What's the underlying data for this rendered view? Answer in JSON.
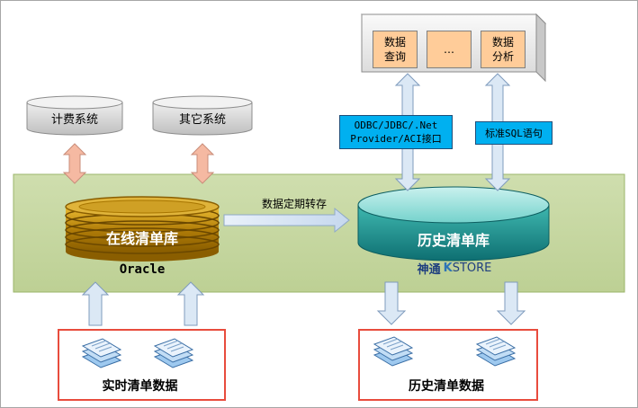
{
  "top_tools": {
    "items": [
      {
        "line1": "数据",
        "line2": "查询"
      },
      {
        "line1": "…",
        "line2": ""
      },
      {
        "line1": "数据",
        "line2": "分析"
      }
    ]
  },
  "systems": {
    "billing": "计费系统",
    "other": "其它系统"
  },
  "interfaces": {
    "odbc_line1": "ODBC/JDBC/.Net",
    "odbc_line2": "Provider/ACI接口",
    "sql": "标准SQL语句"
  },
  "databases": {
    "online": {
      "title": "在线清单库",
      "vendor": "Oracle"
    },
    "history": {
      "title": "历史清单库",
      "vendor_prefix": "神通",
      "vendor_k": "K",
      "vendor_suffix": "STORE"
    }
  },
  "transfer_label": "数据定期转存",
  "data_sources": {
    "realtime": "实时清单数据",
    "history": "历史清单数据"
  },
  "colors": {
    "band": "#c4d6a0",
    "arrow_pink": "#f5b9a2",
    "arrow_blue": "#dbe8f5",
    "oracle_gold": "#c9920d",
    "teal": "#2aa3a3",
    "interface_blue": "#00b0f0",
    "source_border": "#e84c3d"
  }
}
